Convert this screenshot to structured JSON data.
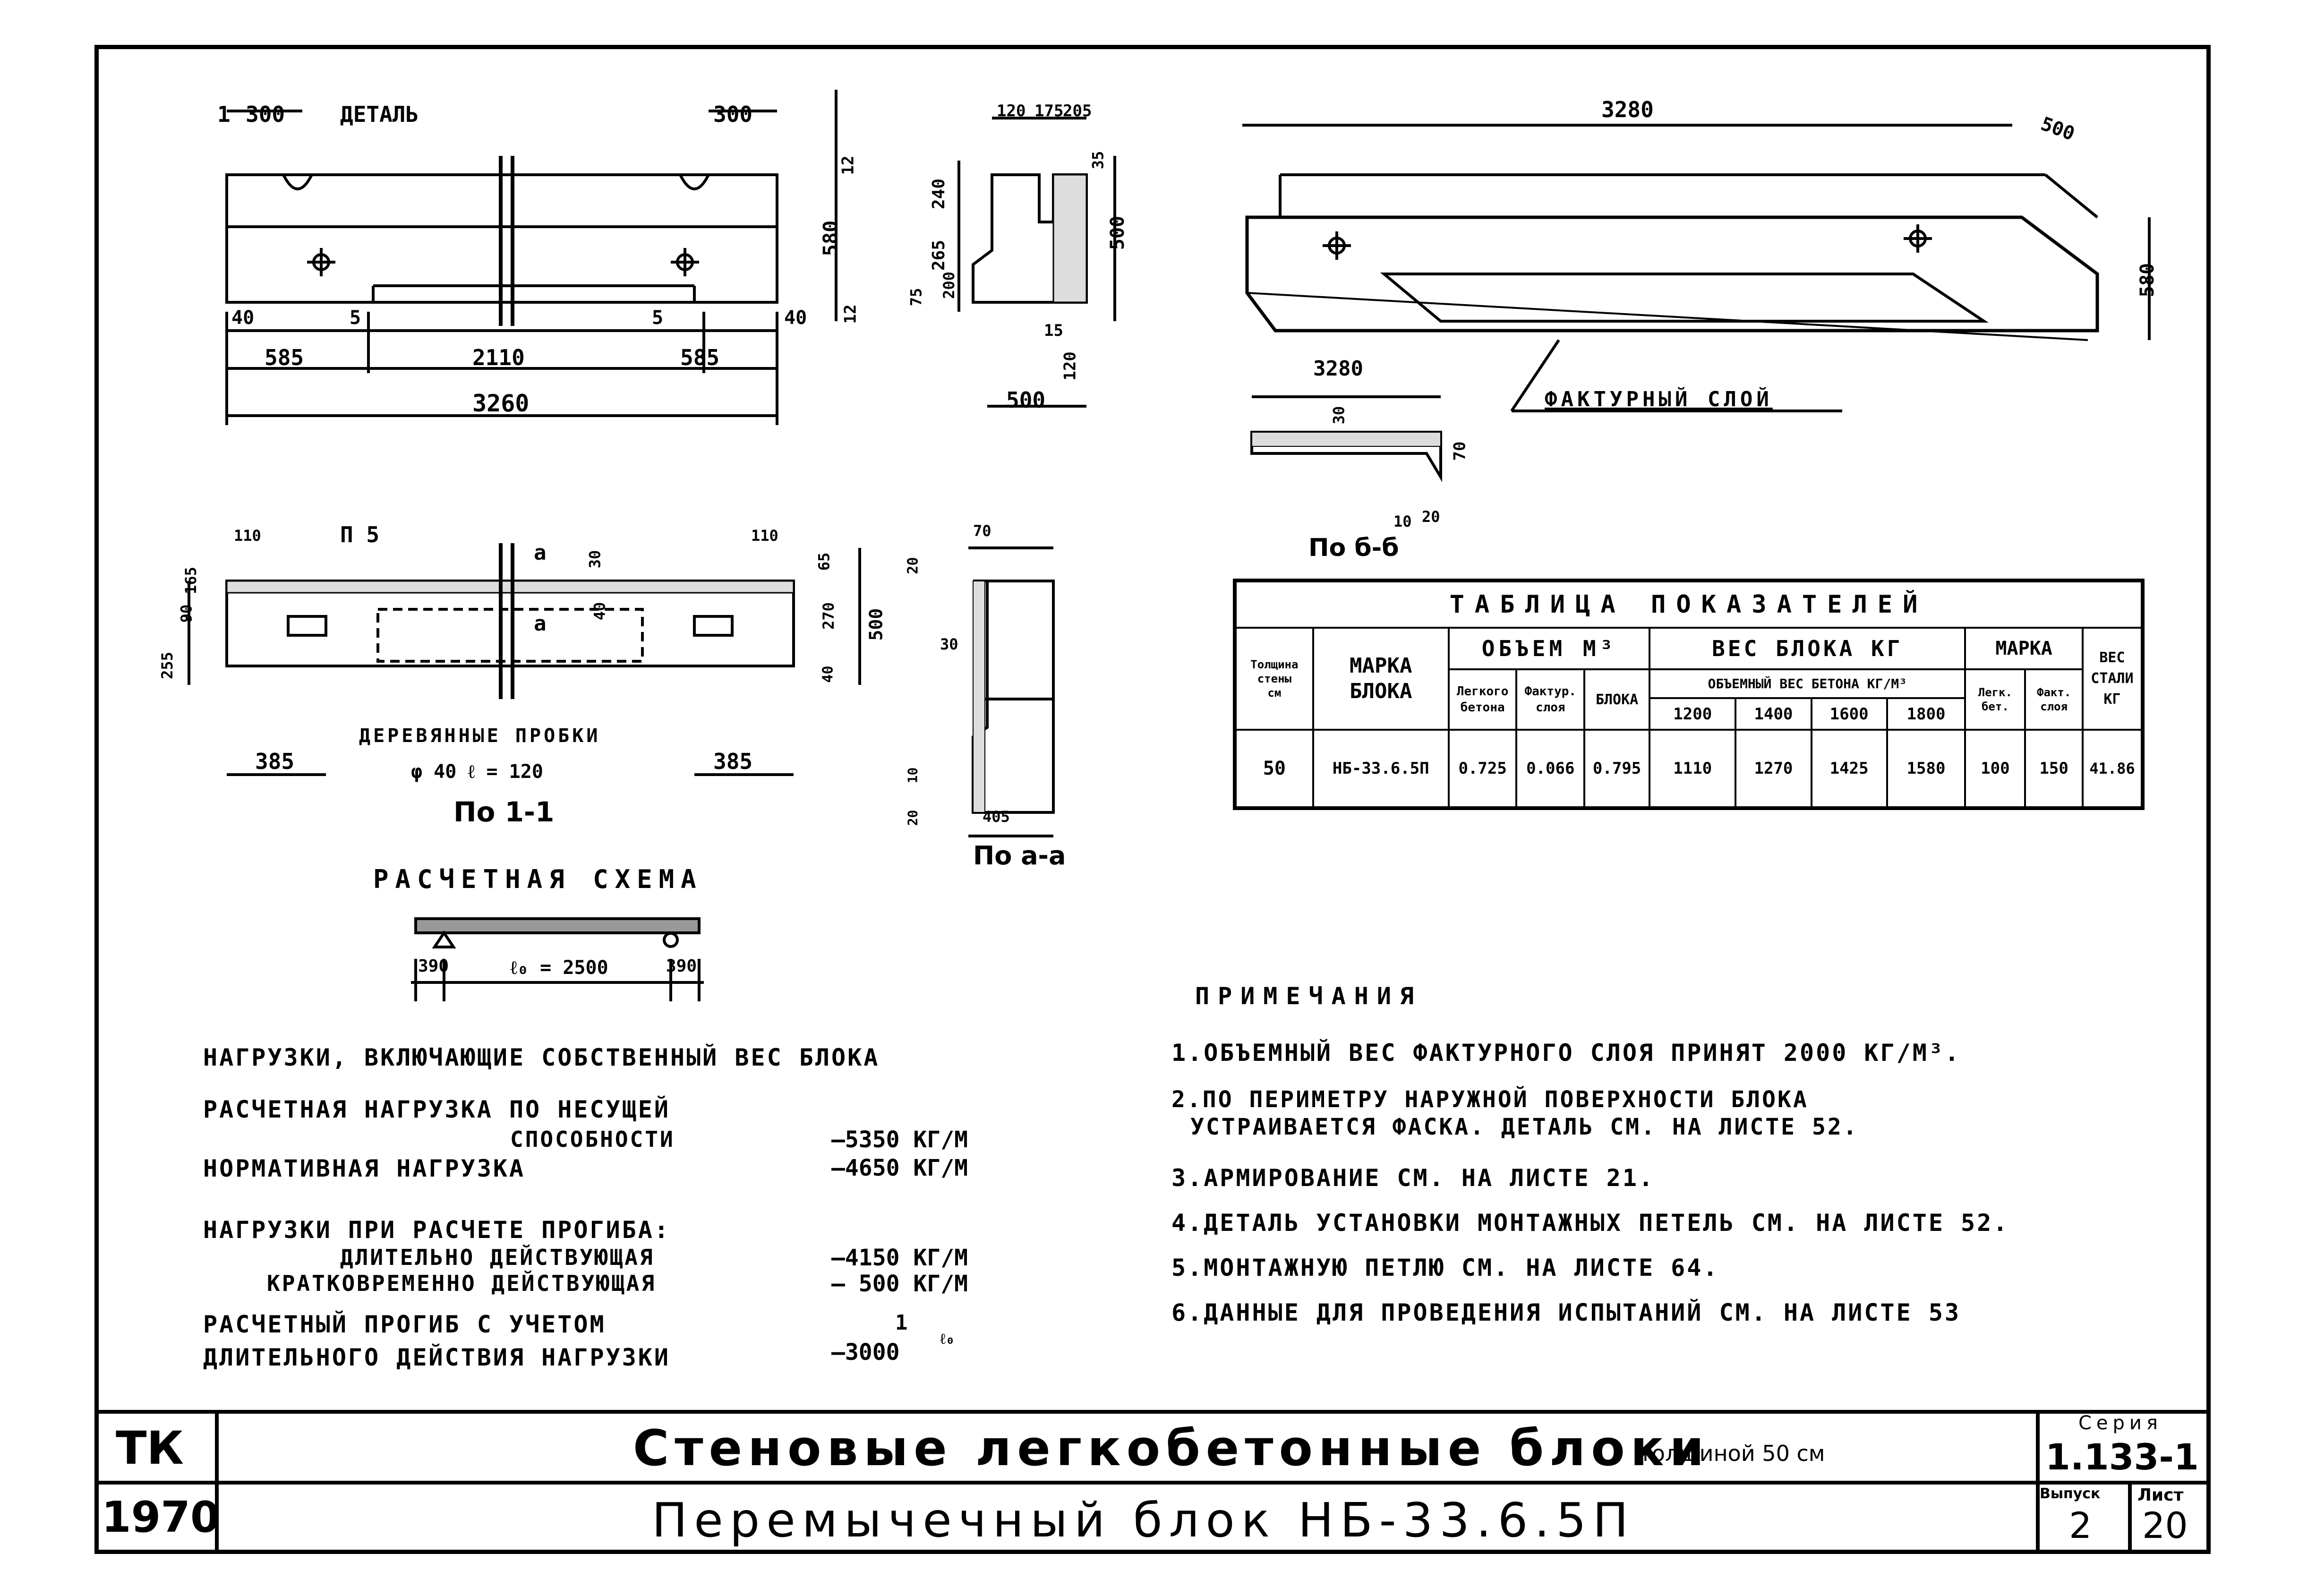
{
  "drawing": {
    "top_left": {
      "dims_top": [
        "1",
        "300",
        "300",
        "ДЕТАЛЬ"
      ],
      "dims_bottom_row1": [
        "40",
        "5",
        "5",
        "40"
      ],
      "dims_bottom_row2": [
        "585",
        "2110",
        "585"
      ],
      "total": "3260",
      "height_580": "580",
      "small_12a": "12",
      "small_12b": "12"
    },
    "section_side": {
      "top_dims": [
        "120",
        "175",
        "205"
      ],
      "left_dims": [
        "240",
        "265",
        "75",
        "200"
      ],
      "right_dims": [
        "35",
        "500"
      ],
      "bottom_dims": [
        "15",
        "120"
      ],
      "width": "500"
    },
    "iso_view": {
      "length": "3280",
      "width": "500",
      "height": "580",
      "facture_label": "ФАКТУРНЫЙ СЛОЙ"
    },
    "detail_bb": {
      "length": "3280",
      "d30": "30",
      "d70": "70",
      "d10": "10",
      "d20": "20",
      "caption": "По б-б"
    },
    "plan_11": {
      "d110a": "110",
      "d110b": "110",
      "label_p5": "П 5",
      "a_label": "а",
      "a_label2": "а",
      "d30": "30",
      "d40": "40",
      "left_dims": [
        "255",
        "90",
        "165"
      ],
      "right_dims": [
        "65",
        "270",
        "500",
        "40"
      ],
      "d385a": "385",
      "d385b": "385",
      "plugs": "ДЕРЕВЯННЫЕ ПРОБКИ",
      "plugs_dims": "φ 40   ℓ = 120",
      "caption": "По 1-1"
    },
    "section_aa": {
      "d70": "70",
      "d20a": "20",
      "d30": "30",
      "d10": "10",
      "d20b": "20",
      "d405": "405",
      "caption": "По а-а"
    },
    "scheme": {
      "title": "РАСЧЕТНАЯ СХЕМА",
      "left": "390",
      "span": "ℓ₀ = 2500",
      "right": "390"
    }
  },
  "table": {
    "title": "ТАБЛИЦА    ПОКАЗАТЕЛЕЙ",
    "headers": {
      "thickness": [
        "Толщина",
        "стены",
        "см"
      ],
      "mark": [
        "МАРКА",
        "БЛОКА"
      ],
      "volume": "ОБЪЕМ   М³",
      "vol_light": [
        "Легкого",
        "бетона"
      ],
      "vol_fact": [
        "Фактур.",
        "слоя"
      ],
      "vol_block": "БЛОКА",
      "weight": "ВЕС  БЛОКА  КГ",
      "weight_sub": "ОБЪЕМНЫЙ ВЕС БЕТОНА КГ/М³",
      "weights": [
        "1200",
        "1400",
        "1600",
        "1800"
      ],
      "grade": "МАРКА",
      "grade_light": "Легк. бет.",
      "grade_fact": "Факт. слоя",
      "steel": [
        "ВЕС",
        "СТАЛИ",
        "КГ"
      ]
    },
    "row": [
      "50",
      "НБ-33.6.5П",
      "0.725",
      "0.066",
      "0.795",
      "1110",
      "1270",
      "1425",
      "1580",
      "100",
      "150",
      "41.86"
    ]
  },
  "loads": {
    "heading": "НАГРУЗКИ, ВКЛЮЧАЮЩИЕ СОБСТВЕННЫЙ ВЕС БЛОКА",
    "calc_line1": "РАСЧЕТНАЯ НАГРУЗКА  ПО НЕСУЩЕЙ",
    "calc_line2": "СПОСОБНОСТИ",
    "calc_value": "—5350 КГ/М",
    "norm": "НОРМАТИВНАЯ НАГРУЗКА",
    "norm_value": "—4650 КГ/М",
    "defl_heading": "НАГРУЗКИ ПРИ РАСЧЕТЕ ПРОГИБА:",
    "long": "ДЛИТЕЛЬНО ДЕЙСТВУЮЩАЯ",
    "long_value": "—4150 КГ/М",
    "short": "КРАТКОВРЕМЕННО ДЕЙСТВУЮЩАЯ",
    "short_value": "— 500 КГ/М",
    "defl_line1": "РАСЧЕТНЫЙ ПРОГИБ С УЧЕТОМ",
    "defl_line2": "ДЛИТЕЛЬНОГО ДЕЙСТВИЯ НАГРУЗКИ",
    "defl_num": "1",
    "defl_den": "—3000",
    "defl_l0": "ℓ₀"
  },
  "notes": {
    "title": "ПРИМЕЧАНИЯ",
    "items": [
      "1.ОБЪЕМНЫЙ ВЕС ФАКТУРНОГО СЛОЯ ПРИНЯТ 2000 КГ/М³.",
      "2.ПО ПЕРИМЕТРУ НАРУЖНОЙ ПОВЕРХНОСТИ БЛОКА",
      "УСТРАИВАЕТСЯ ФАСКА. ДЕТАЛЬ СМ. НА ЛИСТЕ 52.",
      "3.АРМИРОВАНИЕ СМ. НА ЛИСТЕ 21.",
      "4.ДЕТАЛЬ УСТАНОВКИ МОНТАЖНЫХ ПЕТЕЛЬ СМ. НА ЛИСТЕ 52.",
      "5.МОНТАЖНУЮ ПЕТЛЮ СМ. НА ЛИСТЕ 64.",
      "6.ДАННЫЕ ДЛЯ ПРОВЕДЕНИЯ ИСПЫТАНИЙ СМ. НА ЛИСТЕ 53"
    ]
  },
  "title_block": {
    "code": "ТК",
    "year": "1970",
    "title": "Стеновые легкобетонные блоки",
    "title_suffix": "толщиной 50 см",
    "subtitle": "Перемычечный блок НБ-33.6.5П",
    "series_label": "Серия",
    "series": "1.133-1",
    "issue_label": "Выпуск",
    "issue": "2",
    "sheet_label": "Лист",
    "sheet": "20"
  }
}
